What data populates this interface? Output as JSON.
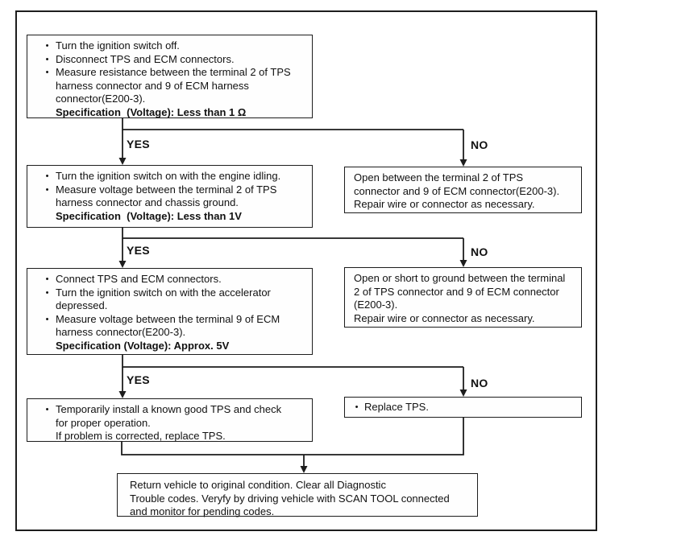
{
  "page": {
    "background_color": "#ffffff",
    "ink_color": "#1d1d1d",
    "type": "troubleshooting-flowchart"
  },
  "labels": {
    "yes": "YES",
    "no": "NO"
  },
  "boxes": {
    "step1": {
      "lines": [
        {
          "bullet": true,
          "bold": false,
          "text": "Turn the ignition switch off."
        },
        {
          "bullet": true,
          "bold": false,
          "text": "Disconnect TPS and ECM connectors."
        },
        {
          "bullet": true,
          "bold": false,
          "text": "Measure resistance between the terminal 2 of TPS"
        },
        {
          "bullet": false,
          "bold": false,
          "text": "harness connector and 9 of ECM harness"
        },
        {
          "bullet": false,
          "bold": false,
          "text": "connector(E200-3)."
        },
        {
          "bullet": false,
          "bold": true,
          "text": "Specification  (Voltage): Less than 1 Ω"
        }
      ]
    },
    "step2": {
      "lines": [
        {
          "bullet": true,
          "bold": false,
          "text": "Turn the ignition switch on with the engine idling."
        },
        {
          "bullet": true,
          "bold": false,
          "text": "Measure voltage between the terminal 2 of TPS"
        },
        {
          "bullet": false,
          "bold": false,
          "text": "harness connector and chassis ground."
        },
        {
          "bullet": false,
          "bold": true,
          "text": "Specification  (Voltage): Less than 1V"
        }
      ]
    },
    "step3": {
      "lines": [
        {
          "bullet": true,
          "bold": false,
          "text": "Connect TPS and ECM connectors."
        },
        {
          "bullet": true,
          "bold": false,
          "text": "Turn the ignition switch on with the accelerator"
        },
        {
          "bullet": false,
          "bold": false,
          "text": "depressed."
        },
        {
          "bullet": true,
          "bold": false,
          "text": "Measure voltage between the terminal 9 of ECM"
        },
        {
          "bullet": false,
          "bold": false,
          "text": "harness connector(E200-3)."
        },
        {
          "bullet": false,
          "bold": true,
          "text": "Specification (Voltage): Approx. 5V"
        }
      ]
    },
    "step4": {
      "lines": [
        {
          "bullet": true,
          "bold": false,
          "text": "Temporarily install a known good TPS and check"
        },
        {
          "bullet": false,
          "bold": false,
          "text": "for proper operation."
        },
        {
          "bullet": false,
          "bold": false,
          "text": "If problem is corrected, replace TPS."
        }
      ]
    },
    "no1": {
      "lines": [
        {
          "bullet": false,
          "bold": false,
          "text": "Open between the terminal 2 of TPS"
        },
        {
          "bullet": false,
          "bold": false,
          "text": "connector and 9 of ECM connector(E200-3)."
        },
        {
          "bullet": false,
          "bold": false,
          "text": "Repair wire or connector as necessary."
        }
      ]
    },
    "no2": {
      "lines": [
        {
          "bullet": false,
          "bold": false,
          "text": "Open or short to ground between the terminal"
        },
        {
          "bullet": false,
          "bold": false,
          "text": "2 of TPS connector and 9 of ECM connector"
        },
        {
          "bullet": false,
          "bold": false,
          "text": "(E200-3)."
        },
        {
          "bullet": false,
          "bold": false,
          "text": "Repair wire or connector as necessary."
        }
      ]
    },
    "no3": {
      "lines": [
        {
          "bullet": true,
          "bold": false,
          "text": "Replace TPS."
        }
      ]
    },
    "final": {
      "lines": [
        {
          "bullet": false,
          "bold": false,
          "text": "Return vehicle to original condition. Clear all Diagnostic"
        },
        {
          "bullet": false,
          "bold": false,
          "text": "Trouble codes. Veryfy by driving vehicle with SCAN TOOL connected"
        },
        {
          "bullet": false,
          "bold": false,
          "text": "and monitor for pending codes."
        }
      ]
    }
  }
}
